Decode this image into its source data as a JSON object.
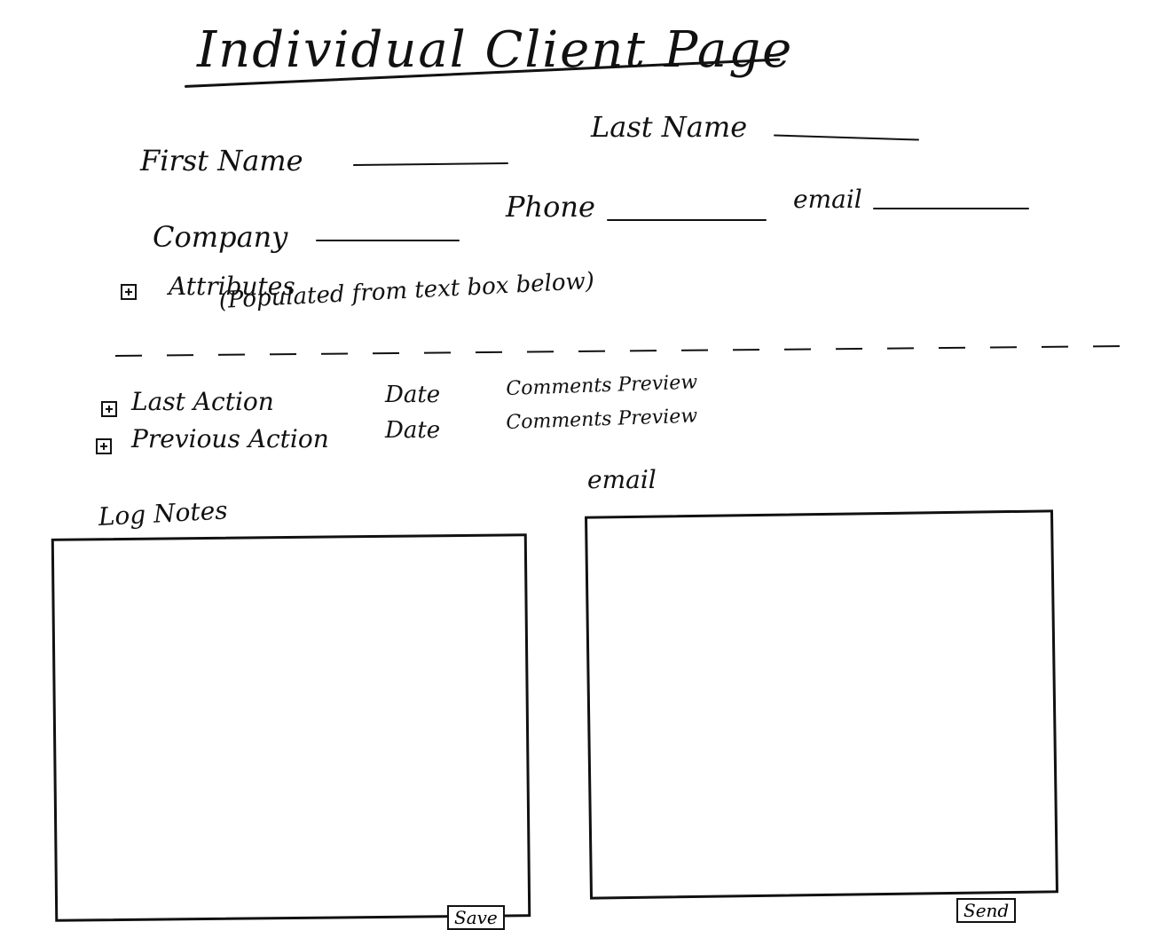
{
  "page": {
    "title": "Individual Client Page"
  },
  "fields": {
    "first_name_label": "First Name",
    "last_name_label": "Last Name",
    "company_label": "Company",
    "phone_label": "Phone",
    "email_label": "email"
  },
  "attributes": {
    "label": "Attributes",
    "note": "(Populated from text box below)"
  },
  "actions": [
    {
      "label": "Last Action",
      "date": "Date",
      "comments": "Comments Preview"
    },
    {
      "label": "Previous Action",
      "date": "Date",
      "comments": "Comments Preview"
    }
  ],
  "log_notes": {
    "label": "Log Notes",
    "save_label": "Save"
  },
  "email_panel": {
    "label": "email",
    "send_label": "Send"
  },
  "icons": {
    "expand": "plus-box-icon"
  }
}
